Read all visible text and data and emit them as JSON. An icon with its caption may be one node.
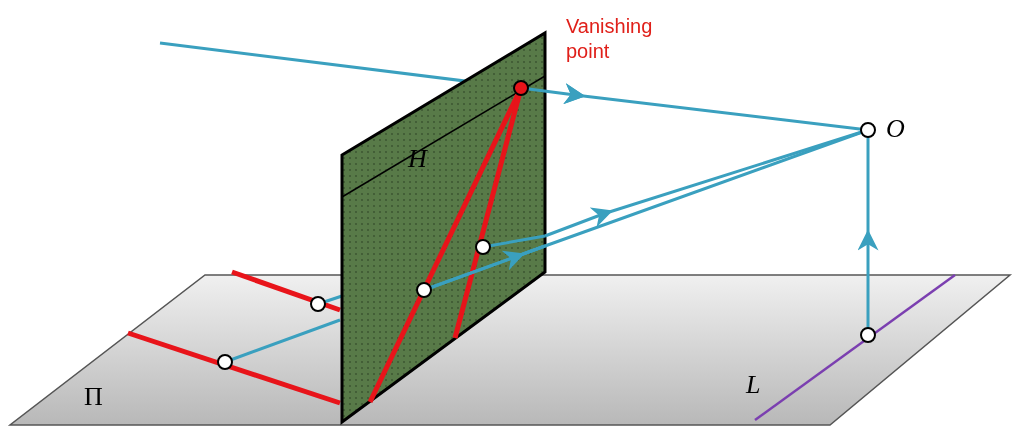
{
  "diagram": {
    "labels": [
      "Vanishing point",
      "H",
      "O",
      "Π",
      "L"
    ]
  }
}
